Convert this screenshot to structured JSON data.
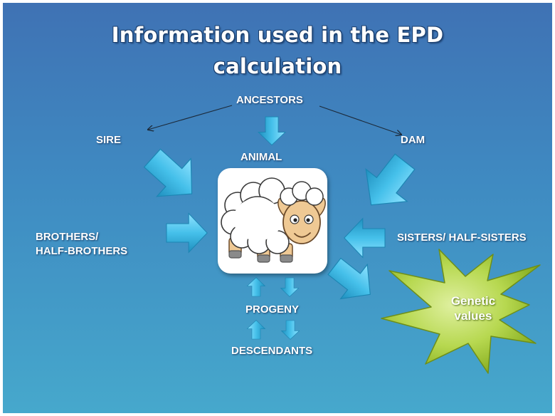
{
  "title": {
    "line1": "Information used in the EPD",
    "line2": "calculation"
  },
  "labels": {
    "ancestors": "ANCESTORS",
    "sire": "SIRE",
    "dam": "DAM",
    "animal": "ANIMAL",
    "brothers_line1": "BROTHERS/",
    "brothers_line2": "HALF-BROTHERS",
    "sisters": "SISTERS/ HALF-SISTERS",
    "progeny": "PROGENY",
    "descendants": "DESCENDANTS"
  },
  "result": {
    "line1": "Genetic",
    "line2": "values"
  },
  "colors": {
    "background_top": "#3f72b4",
    "background_bottom": "#46a8cc",
    "arrow_fill": "#4cc0e8",
    "burst_fill": "#a6cc3c",
    "text": "#ffffff"
  },
  "icons": {
    "animal": "sheep-icon"
  }
}
